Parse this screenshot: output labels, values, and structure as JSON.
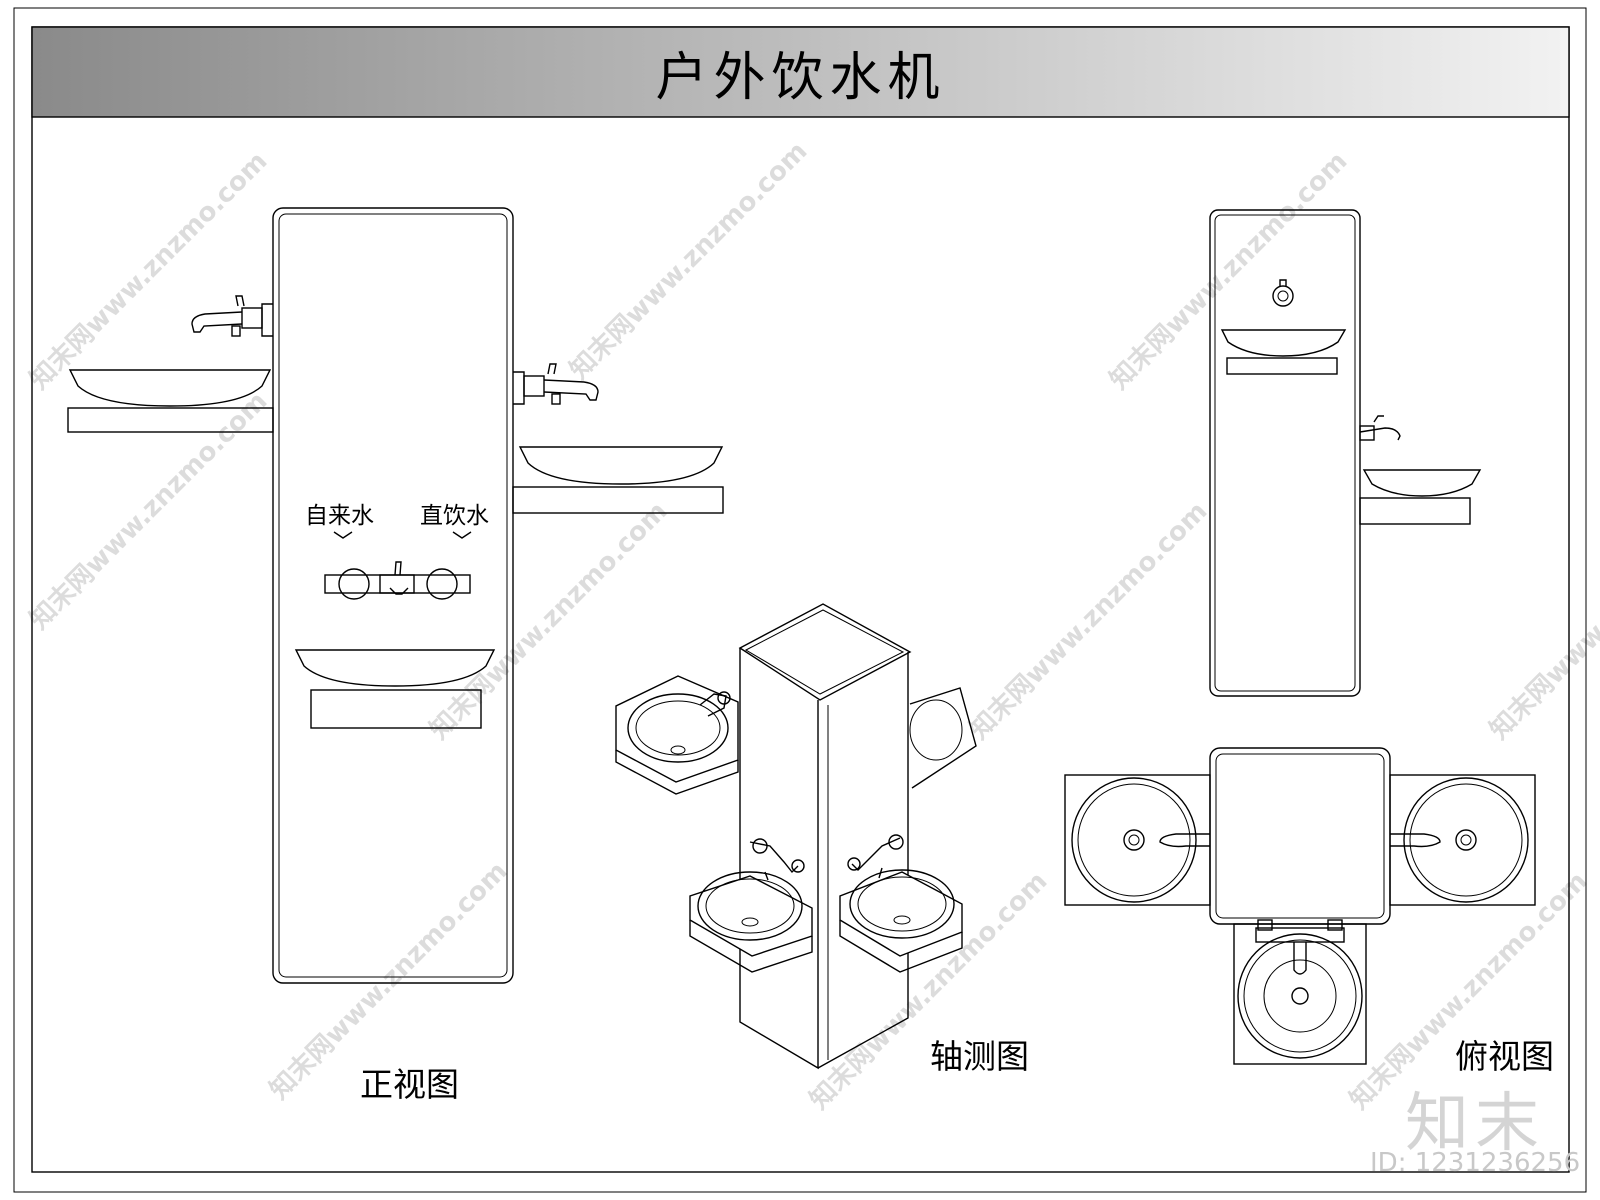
{
  "title": "户外饮水机",
  "views": {
    "front": "正视图",
    "axonometric": "轴测图",
    "top": "俯视图"
  },
  "tap_labels": {
    "tap_water": "自来水",
    "direct_drink": "直饮水"
  },
  "watermark": "知末网www.znzmo.com",
  "logo": "知末",
  "image_id": "ID: 1231236256"
}
